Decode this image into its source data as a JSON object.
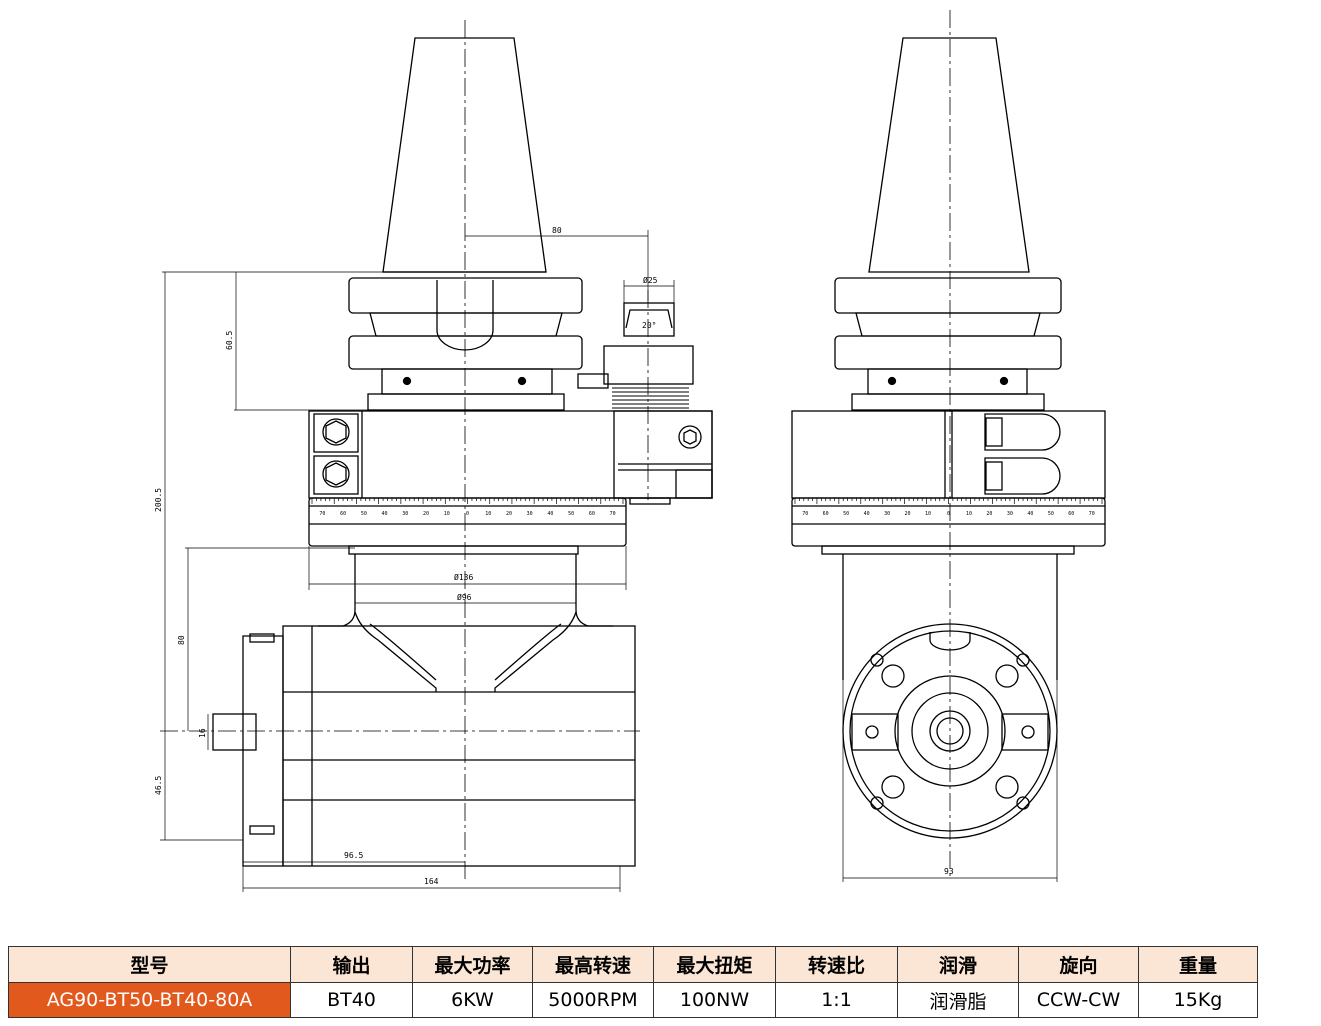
{
  "drawing": {
    "dims": {
      "d80": "80",
      "d25": "Ø25",
      "a20": "20°",
      "d60_5": "60.5",
      "d200_5": "200.5",
      "d136": "Ø136",
      "d96": "Ø96",
      "d80v": "80",
      "d16": "16",
      "d46_5": "46.5",
      "d96_5": "96.5",
      "d164": "164",
      "d93": "93"
    },
    "scale_ticks": [
      "70",
      "60",
      "50",
      "40",
      "30",
      "20",
      "10",
      "0",
      "10",
      "20",
      "30",
      "40",
      "50",
      "60",
      "70"
    ]
  },
  "table": {
    "headers": [
      "型号",
      "输出",
      "最大功率",
      "最高转速",
      "最大扭矩",
      "转速比",
      "润滑",
      "旋向",
      "重量"
    ],
    "row": [
      "AG90-BT50-BT40-80A",
      "BT40",
      "6KW",
      "5000RPM",
      "100NW",
      "1:1",
      "润滑脂",
      "CCW-CW",
      "15Kg"
    ]
  },
  "colors": {
    "header_bg": "#fbe6d5",
    "model_bg": "#e2591d"
  }
}
